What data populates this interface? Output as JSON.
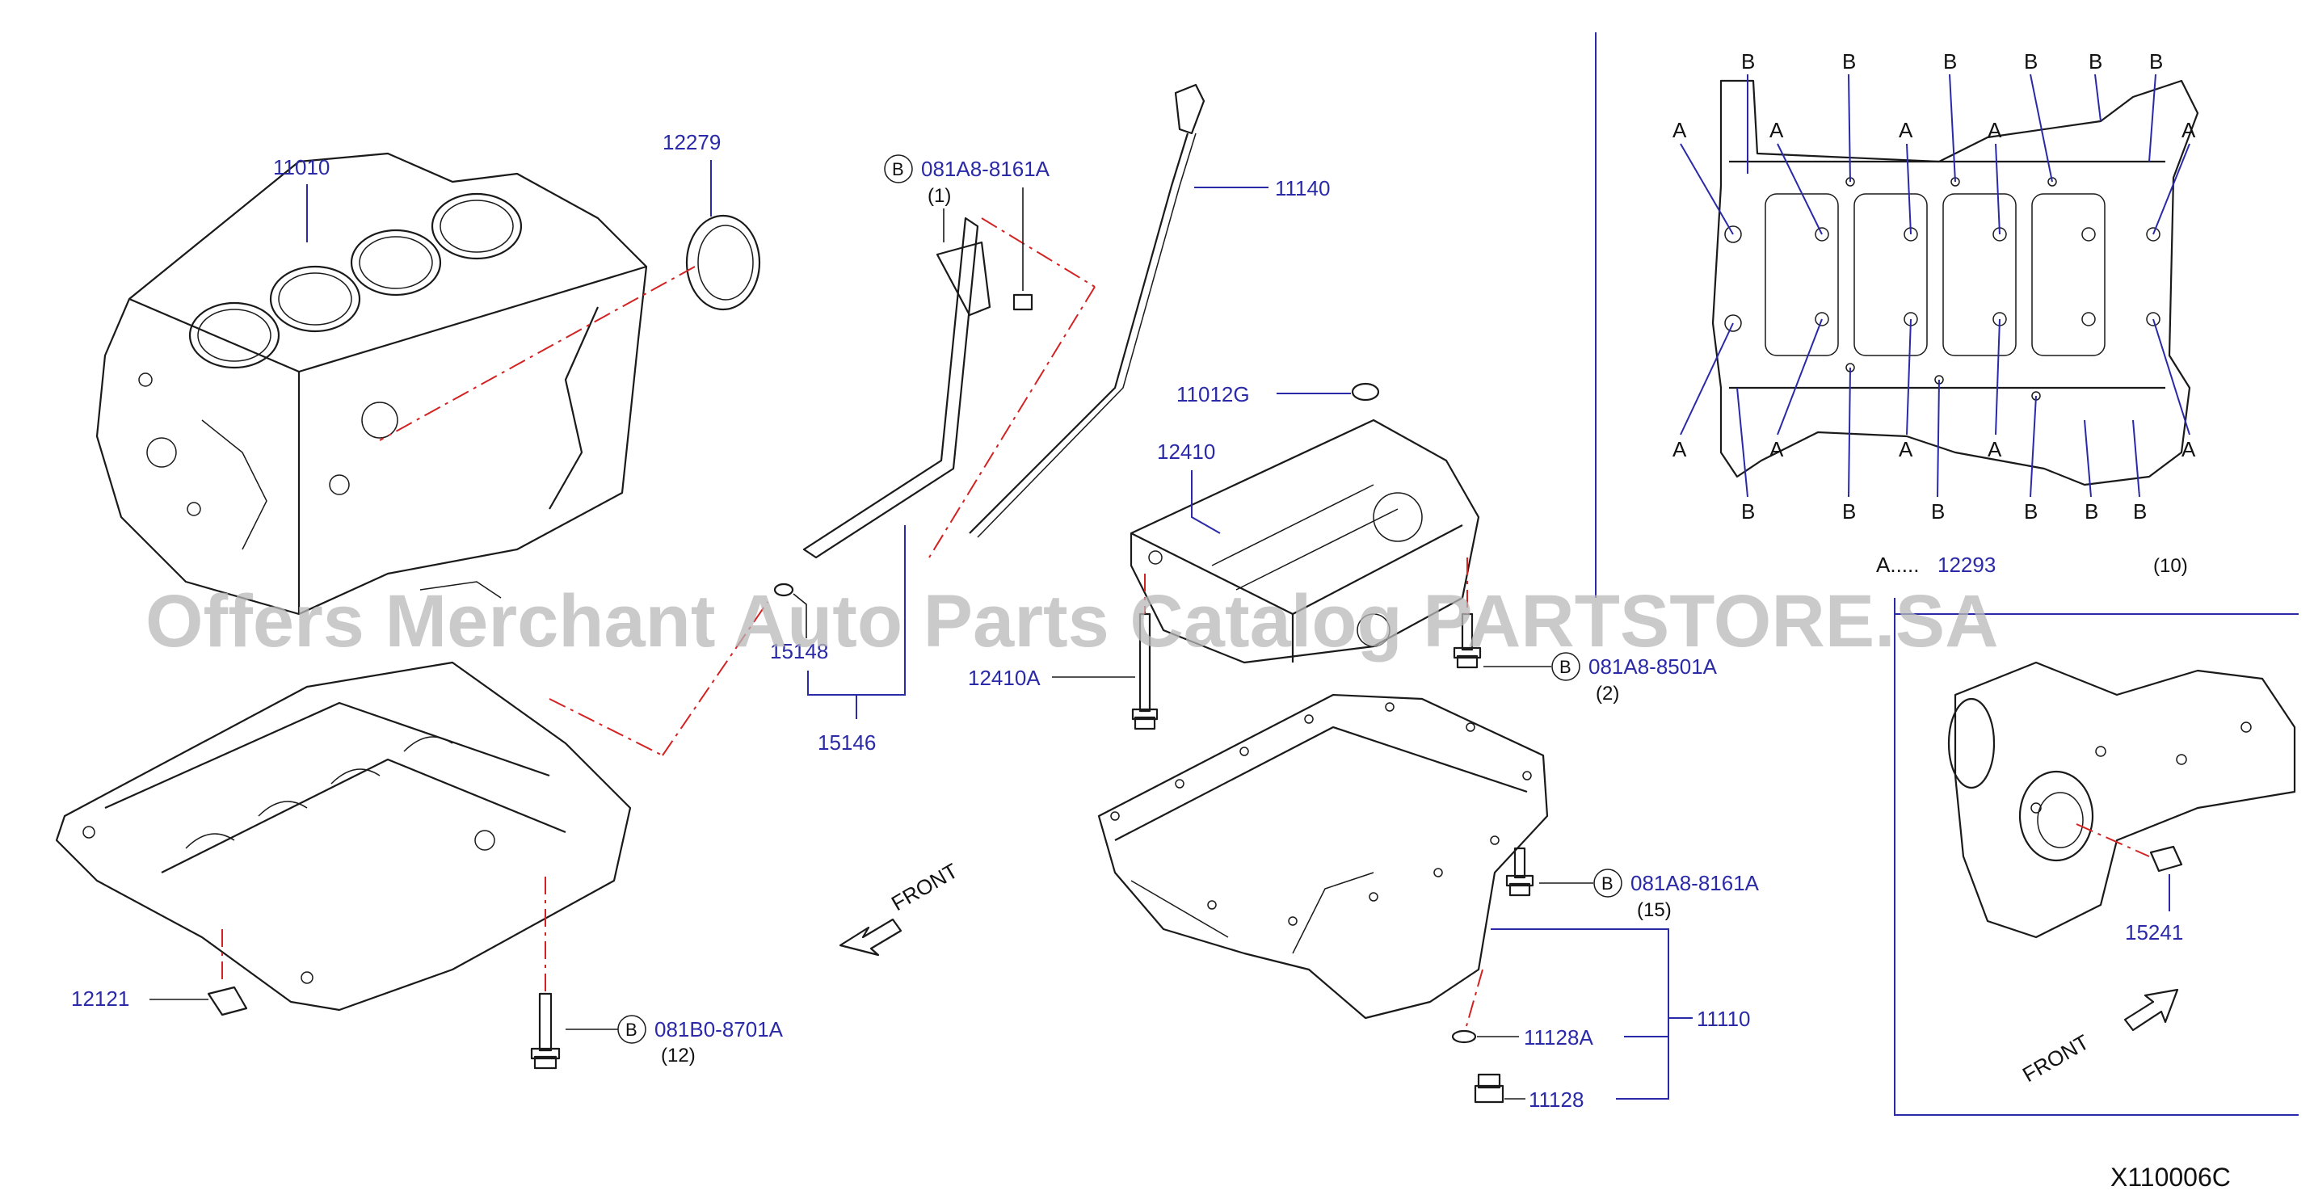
{
  "labels": {
    "p11010": "11010",
    "p12279": "12279",
    "p081A8_8161A_top": "081A8-8161A",
    "q1": "(1)",
    "p11140": "11140",
    "p11012G": "11012G",
    "p12410": "12410",
    "p12410A": "12410A",
    "p081A8_8501A": "081A8-8501A",
    "q2": "(2)",
    "p15148": "15148",
    "p15146": "15146",
    "p12121": "12121",
    "p081B0_8701A": "081B0-8701A",
    "q12": "(12)",
    "p081A8_8161A_pan": "081A8-8161A",
    "q15": "(15)",
    "p11110": "11110",
    "p11128A": "11128A",
    "p11128": "11128",
    "p15241": "15241",
    "p12293": "12293",
    "q10": "(10)",
    "legend_A": "A.....",
    "front_left": "FRONT",
    "front_right": "FRONT",
    "bolt_B": "B",
    "diagram_code": "X110006C",
    "watermark": "Offers Merchant Auto Parts Catalog PARTSTORE.SA"
  },
  "bolt_callouts": {
    "A": "A",
    "B": "B"
  },
  "colors": {
    "part_number": "#2a2aa8",
    "line_art": "#1a1a1a",
    "centerline": "#d22222",
    "watermark": "#b9b9b9"
  }
}
